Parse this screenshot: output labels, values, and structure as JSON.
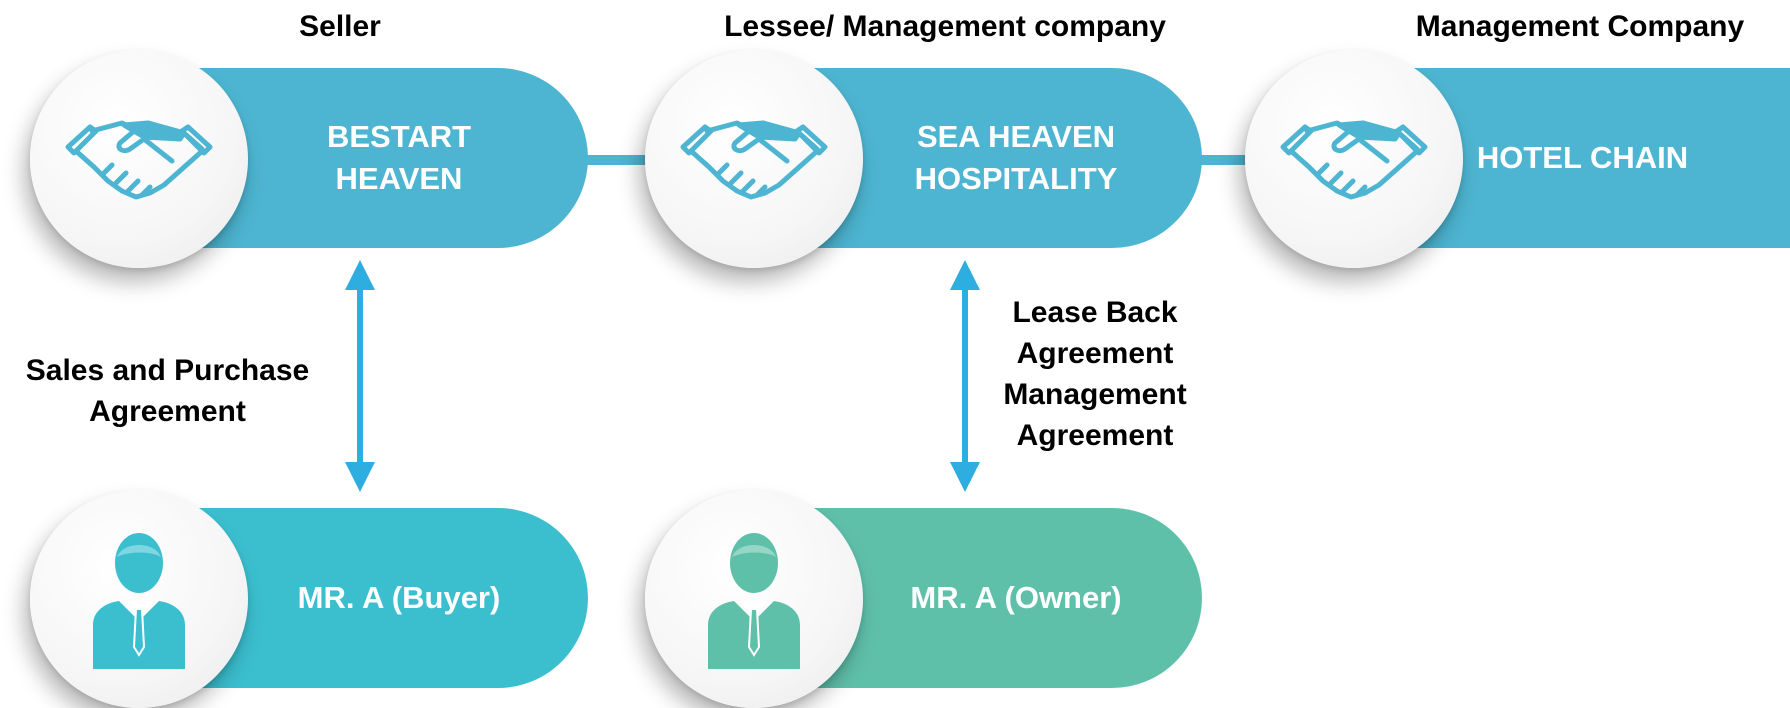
{
  "headings": {
    "seller": "Seller",
    "lessee": "Lessee/ Management company",
    "management": "Management Company"
  },
  "entities": {
    "bestart": "BESTART\nHEAVEN",
    "sea_heaven": "SEA HEAVEN\nHOSPITALITY",
    "hotel_chain": "HOTEL CHAIN",
    "buyer": "MR. A (Buyer)",
    "owner": "MR. A (Owner)"
  },
  "agreements": {
    "sales": "Sales and Purchase\nAgreement",
    "lease": "Lease Back\nAgreement\nManagement\nAgreement"
  },
  "colors": {
    "company_pill": "#4db5d1",
    "buyer_pill": "#3bbfcf",
    "owner_pill": "#5fc0aa",
    "arrow": "#2eaee0"
  },
  "icons": {
    "company": "handshake-icon",
    "person": "businessman-icon"
  }
}
